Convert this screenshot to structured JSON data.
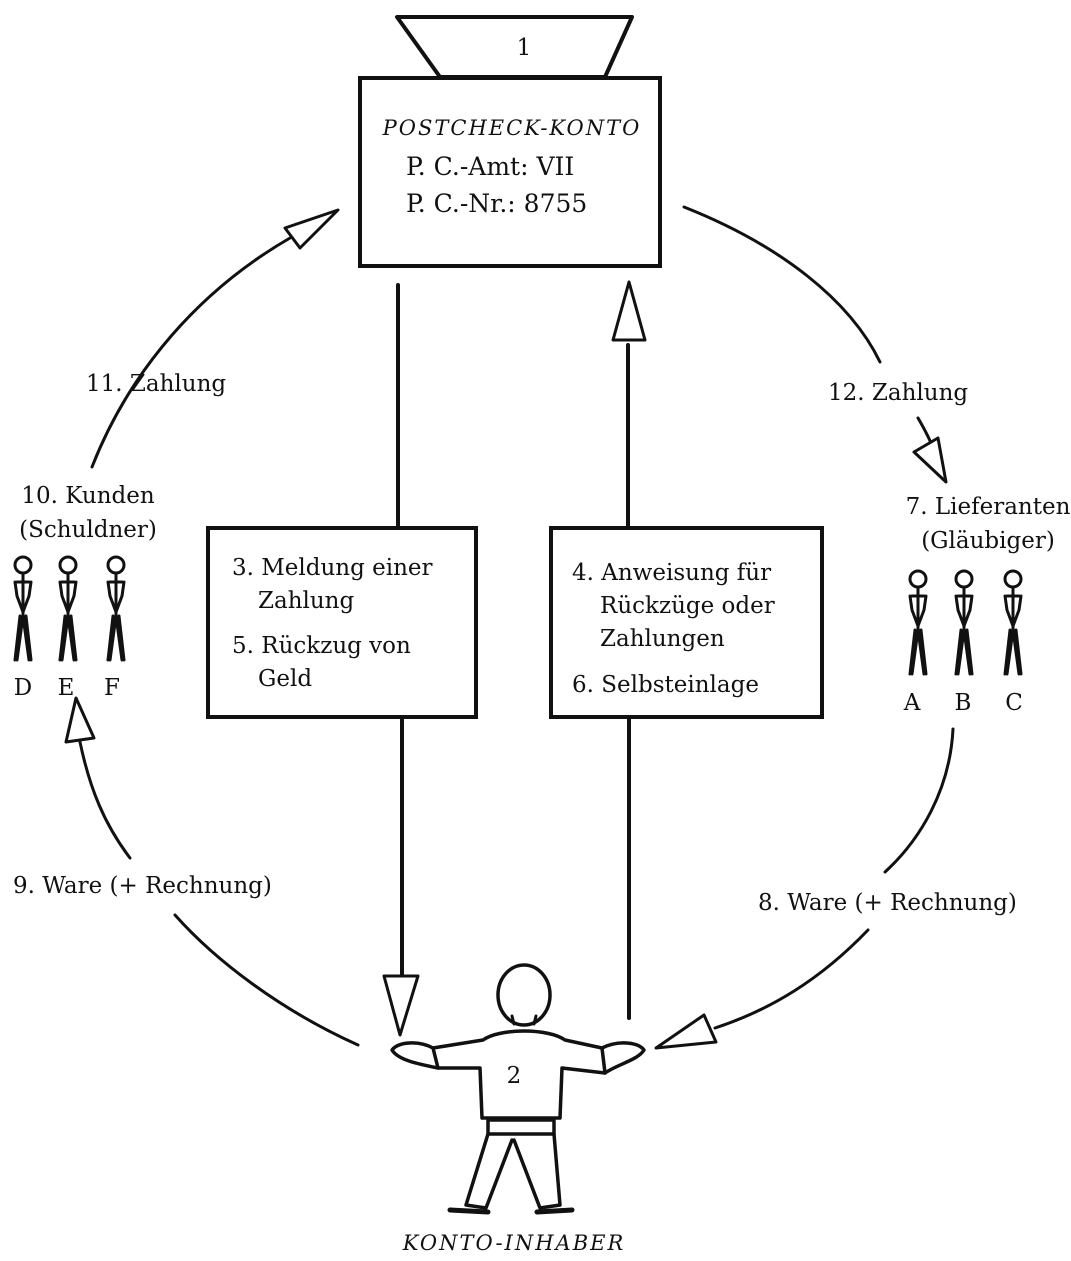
{
  "account": {
    "number": "1",
    "title": "POSTCHECK-KONTO",
    "office": "P. C.-Amt:  VII",
    "nr": "P. C.-Nr.:  8755"
  },
  "holder": {
    "number": "2",
    "caption": "KONTO-INHABER"
  },
  "box_left": {
    "line1": "3. Meldung einer",
    "line2": "Zahlung",
    "line3": "5. Rückzug von",
    "line4": "Geld"
  },
  "box_right": {
    "line1": "4. Anweisung für",
    "line2": "Rückzüge oder",
    "line3": "Zahlungen",
    "line4": "6. Selbsteinlage"
  },
  "suppliers": {
    "title": "7. Lieferanten",
    "subtitle": "(Gläubiger)",
    "persons": [
      "A",
      "B",
      "C"
    ]
  },
  "customers": {
    "title": "10. Kunden",
    "subtitle": "(Schuldner)",
    "persons": [
      "D",
      "E",
      "F"
    ]
  },
  "flows": {
    "ware_right": "8. Ware (+ Rechnung)",
    "ware_left": "9. Ware (+ Rechnung)",
    "payment_left": "11. Zahlung",
    "payment_right": "12. Zahlung"
  }
}
